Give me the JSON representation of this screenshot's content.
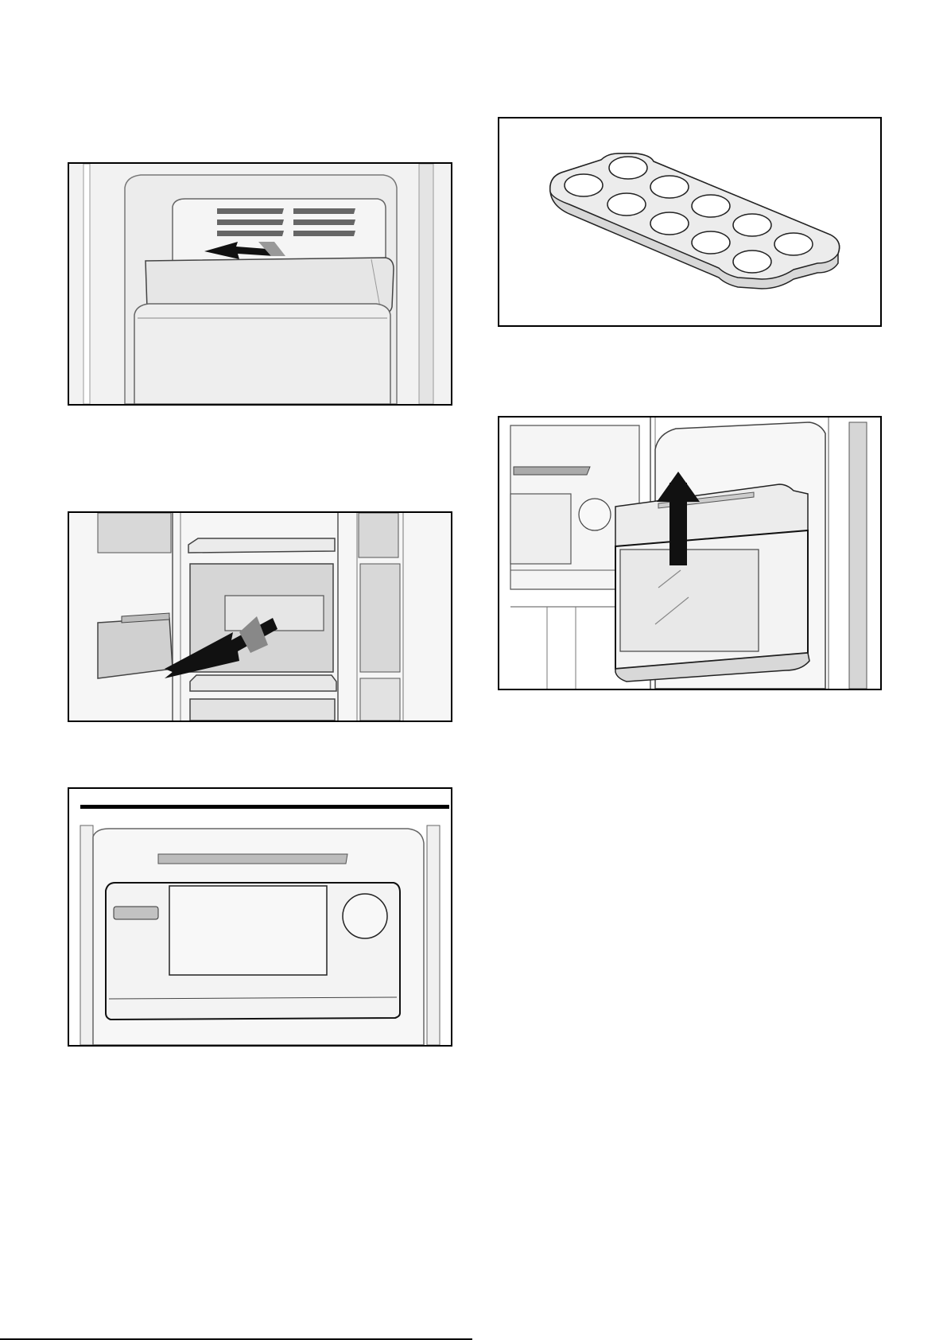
{
  "page": {
    "figures": [
      {
        "id": "fig-1",
        "depicts": "freezer-door-shelf-with-left-arrow"
      },
      {
        "id": "fig-2",
        "depicts": "drawer-with-pull-out-arrow"
      },
      {
        "id": "fig-3",
        "depicts": "compartment-with-control-panel"
      },
      {
        "id": "fig-4",
        "depicts": "egg-tray"
      },
      {
        "id": "fig-5",
        "depicts": "door-shelf-with-lift-up-arrow"
      }
    ]
  }
}
